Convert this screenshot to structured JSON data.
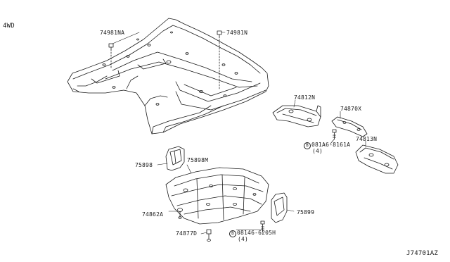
{
  "header": {
    "variant": "4WD"
  },
  "diagram_code": "J74701AZ",
  "colors": {
    "line": "#1a1a1a",
    "background": "#ffffff"
  },
  "callouts": {
    "p74981NA": "74981NA",
    "p74981N": "74981N",
    "p74812N": "74812N",
    "p74870X": "74870X",
    "p74813N": "74813N",
    "bolt1": {
      "mark": "B",
      "number": "081A6-8161A",
      "qty": "(4)"
    },
    "p75898": "75898",
    "p75898M": "75898M",
    "p74862A": "74862A",
    "p74877D": "74877D",
    "bolt2": {
      "mark": "B",
      "number": "08146-6205H",
      "qty": "(4)"
    },
    "p75899": "75899"
  }
}
